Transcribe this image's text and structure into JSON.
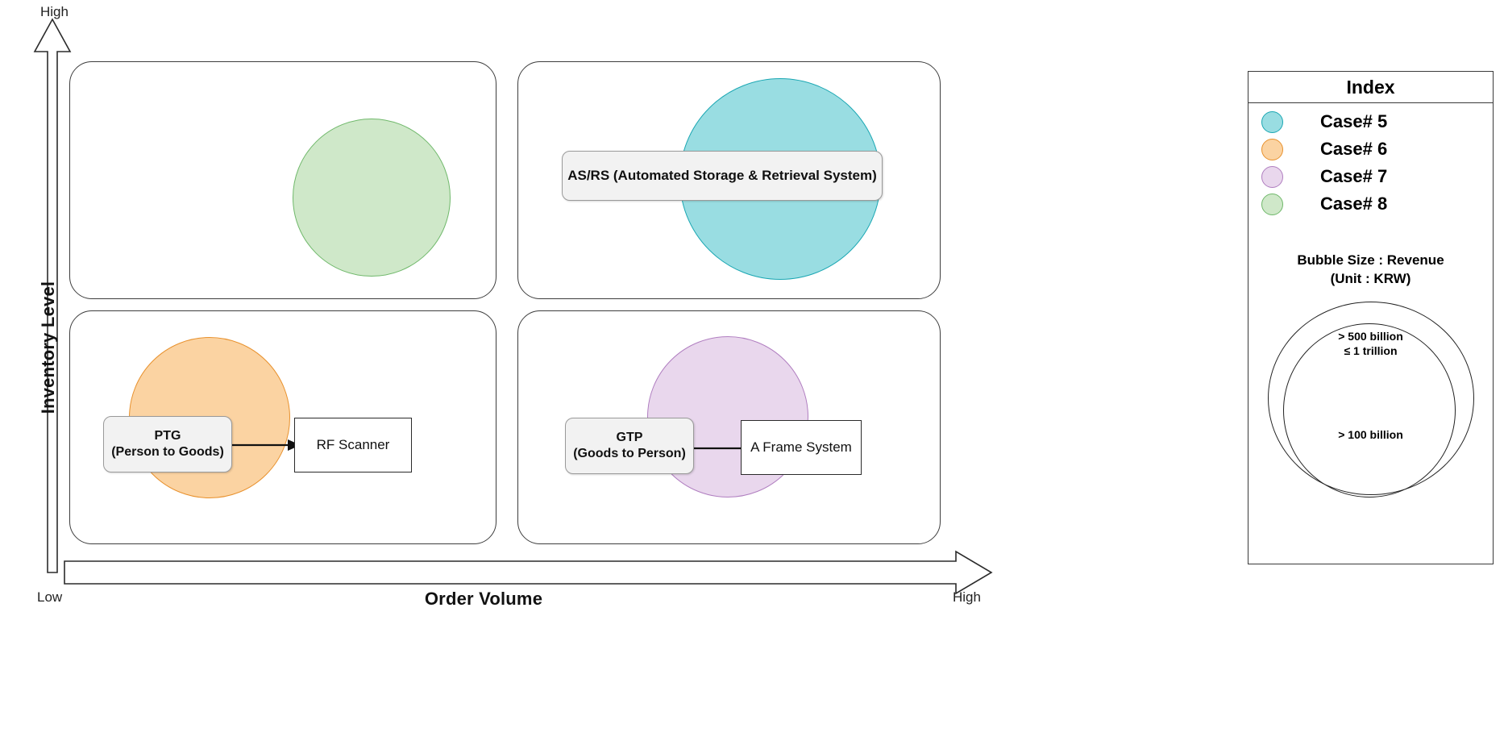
{
  "axes": {
    "y_title": "Inventory Level",
    "y_high": "High",
    "x_title": "Order Volume",
    "x_low": "Low",
    "x_high": "High"
  },
  "quadrants": [
    {
      "name": "top-left",
      "label": ""
    },
    {
      "name": "top-right",
      "label": ""
    },
    {
      "name": "bottom-left",
      "label": ""
    },
    {
      "name": "bottom-right",
      "label": ""
    }
  ],
  "bubbles": [
    {
      "case": "Case# 8",
      "fill": "#cfe8c9",
      "stroke": "#6fb86a",
      "quadrant": "top-left"
    },
    {
      "case": "Case# 5",
      "fill": "#99dde2",
      "stroke": "#1ba7b3",
      "quadrant": "top-right"
    },
    {
      "case": "Case# 6",
      "fill": "#fbd3a2",
      "stroke": "#e8912d",
      "quadrant": "bottom-left"
    },
    {
      "case": "Case# 7",
      "fill": "#e9d7ed",
      "stroke": "#b07ec0",
      "quadrant": "bottom-right"
    }
  ],
  "process_boxes": {
    "asrs": "AS/RS (Automated Storage & Retrieval System)",
    "ptg_line1": "PTG",
    "ptg_line2": "(Person to Goods)",
    "rf_scanner": "RF Scanner",
    "gtp_line1": "GTP",
    "gtp_line2": "(Goods to Person)",
    "a_frame_system": "A Frame System"
  },
  "index": {
    "title": "Index",
    "items": [
      {
        "label": "Case# 5",
        "fill": "#99dde2",
        "stroke": "#1ba7b3"
      },
      {
        "label": "Case# 6",
        "fill": "#fbd3a2",
        "stroke": "#e8912d"
      },
      {
        "label": "Case# 7",
        "fill": "#e9d7ed",
        "stroke": "#b07ec0"
      },
      {
        "label": "Case# 8",
        "fill": "#cfe8c9",
        "stroke": "#6fb86a"
      }
    ],
    "bubble_size_caption_line1": "Bubble Size : Revenue",
    "bubble_size_caption_line2": "(Unit : KRW)",
    "size_outer_line1": "> 500 billion",
    "size_outer_line2": "≤ 1 trillion",
    "size_inner": "> 100 billion"
  },
  "chart_data": {
    "type": "scatter",
    "title": "",
    "xlabel": "Order Volume",
    "ylabel": "Inventory Level",
    "xlim": [
      "Low",
      "High"
    ],
    "ylim": [
      "Low",
      "High"
    ],
    "grid": false,
    "legend_position": "right",
    "size_encoding": "Bubble Size : Revenue (Unit : KRW)",
    "size_breaks": [
      "> 100 billion",
      "> 500 billion ≤ 1 trillion"
    ],
    "points": [
      {
        "name": "Case# 8",
        "x": "Low-Mid",
        "y": "High",
        "quadrant": "top-left",
        "size_class": "> 100 billion",
        "technology": ""
      },
      {
        "name": "Case# 5",
        "x": "High",
        "y": "High",
        "quadrant": "top-right",
        "size_class": "> 500 billion ≤ 1 trillion",
        "technology": "AS/RS (Automated Storage & Retrieval System)"
      },
      {
        "name": "Case# 6",
        "x": "Low",
        "y": "Low",
        "quadrant": "bottom-left",
        "size_class": "> 500 billion ≤ 1 trillion",
        "technology": "PTG (Person to Goods) → RF Scanner"
      },
      {
        "name": "Case# 7",
        "x": "Mid",
        "y": "Low",
        "quadrant": "bottom-right",
        "size_class": "> 100 billion",
        "technology": "GTP (Goods to Person) → A Frame System"
      }
    ]
  }
}
